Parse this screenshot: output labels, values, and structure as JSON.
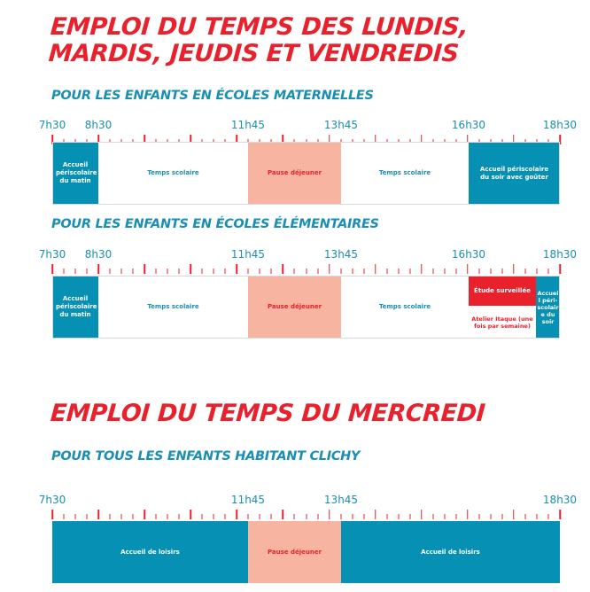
{
  "titles": {
    "week": "EMPLOI DU TEMPS DES LUNDIS, MARDIS, JEUDIS ET VENDREDIS",
    "wednesday": "EMPLOI DU TEMPS DU MERCREDI"
  },
  "subtitles": {
    "maternelles": "POUR LES ENFANTS EN ÉCOLES MATERNELLES",
    "elementaires": "POUR LES ENFANTS EN ÉCOLES ÉLÉMENTAIRES",
    "wednesday": "POUR TOUS LES ENFANTS HABITANT CLICHY"
  },
  "timelines": {
    "maternelles": {
      "start": "7h30",
      "end": "18h30",
      "labels": [
        "7h30",
        "8h30",
        "11h45",
        "13h45",
        "16h30",
        "18h30"
      ]
    },
    "elementaires": {
      "start": "7h30",
      "end": "18h30",
      "labels": [
        "7h30",
        "8h30",
        "11h45",
        "13h45",
        "16h30",
        "18h30"
      ]
    },
    "wednesday": {
      "start": "7h30",
      "end": "18h30",
      "labels": [
        "7h30",
        "11h45",
        "13h45",
        "18h30"
      ]
    }
  },
  "schedules": {
    "maternelles": [
      {
        "label": "Accueil périscolaire du matin",
        "start": "7h30",
        "end": "8h30",
        "color": "#0690b3"
      },
      {
        "label": "Temps scolaire",
        "start": "8h30",
        "end": "11h45",
        "color": "#ffffff"
      },
      {
        "label": "Pause déjeuner",
        "start": "11h45",
        "end": "13h45",
        "color": "#f7b5a1"
      },
      {
        "label": "Temps scolaire",
        "start": "13h45",
        "end": "16h30",
        "color": "#ffffff"
      },
      {
        "label": "Accueil périscolaire du soir avec goûter",
        "start": "16h30",
        "end": "18h30",
        "color": "#0690b3"
      }
    ],
    "elementaires": [
      {
        "label": "Accueil périscolaire du matin",
        "start": "7h30",
        "end": "8h30",
        "color": "#0690b3"
      },
      {
        "label": "Temps scolaire",
        "start": "8h30",
        "end": "11h45",
        "color": "#ffffff"
      },
      {
        "label": "Pause déjeuner",
        "start": "11h45",
        "end": "13h45",
        "color": "#f7b5a1"
      },
      {
        "label": "Temps scolaire",
        "start": "13h45",
        "end": "16h30",
        "color": "#ffffff"
      },
      {
        "label": "Étude surveillée",
        "start": "16h30",
        "color": "#e8212d"
      },
      {
        "label": "Atelier Itaque (une fois par semaine)",
        "start": "16h30",
        "color": "#ffffff"
      },
      {
        "label": "Accueil péri-scolaire du soir",
        "end": "18h30",
        "color": "#0690b3"
      }
    ],
    "wednesday": [
      {
        "label": "Accueil de loisirs",
        "start": "7h30",
        "end": "11h45",
        "color": "#0690b3"
      },
      {
        "label": "Pause déjeuner",
        "start": "11h45",
        "end": "13h45",
        "color": "#f7b5a1"
      },
      {
        "label": "Accueil de loisirs",
        "start": "13h45",
        "end": "18h30",
        "color": "#0690b3"
      }
    ]
  }
}
